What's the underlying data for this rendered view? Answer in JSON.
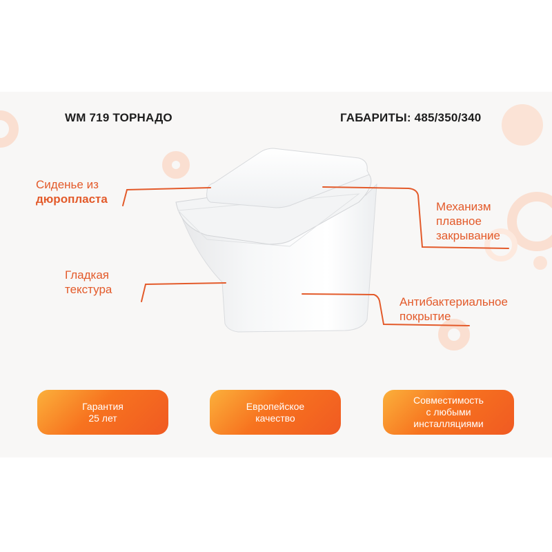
{
  "header": {
    "model": "WM 719 ТОРНАДО",
    "dimensions": "ГАБАРИТЫ: 485/350/340"
  },
  "features": {
    "seat": {
      "line1": "Сиденье из",
      "line2": "дюропласта"
    },
    "mechanism": {
      "line1": "Механизм",
      "line2": "плавное",
      "line3": "закрывание"
    },
    "texture": {
      "line1": "Гладкая",
      "line2": "текстура"
    },
    "coating": {
      "line1": "Антибактериальное",
      "line2": "покрытие"
    }
  },
  "badges": [
    {
      "line1": "Гарантия",
      "line2": "25 лет"
    },
    {
      "line1": "Европейское",
      "line2": "качество"
    },
    {
      "line1": "Совместимость",
      "line2": "с любыми",
      "line3": "инсталляциями"
    }
  ],
  "colors": {
    "accent": "#e35a2a",
    "badge_gradient_start": "#fbb03b",
    "badge_gradient_end": "#f05a22",
    "decor_circles": "#f9d9c9",
    "panel_background": "#f8f7f6"
  }
}
